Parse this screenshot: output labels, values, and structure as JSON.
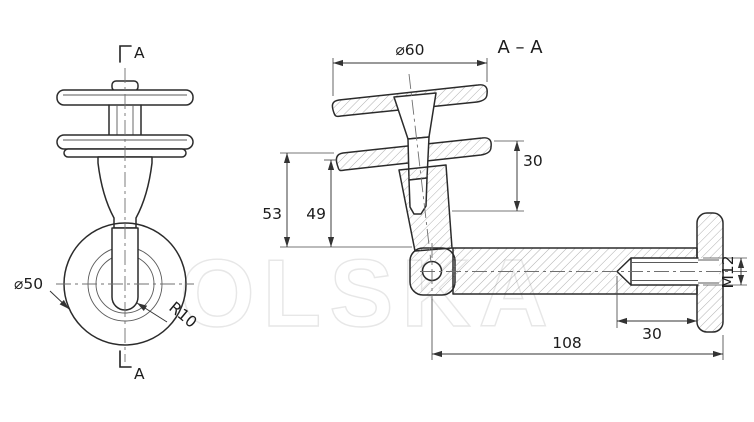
{
  "watermark": "OLSKA",
  "front_view": {
    "section_marker_top": "A",
    "section_marker_bottom": "A",
    "dims": {
      "diameter": "⌀50",
      "radius": "R10"
    }
  },
  "section_view": {
    "title": "A – A",
    "dims": {
      "saddle_diameter": "⌀60",
      "flange_offset": "30",
      "height_outer": "53",
      "height_inner": "49",
      "arm_length": "108",
      "thread_length": "30",
      "thread": "M12"
    }
  }
}
